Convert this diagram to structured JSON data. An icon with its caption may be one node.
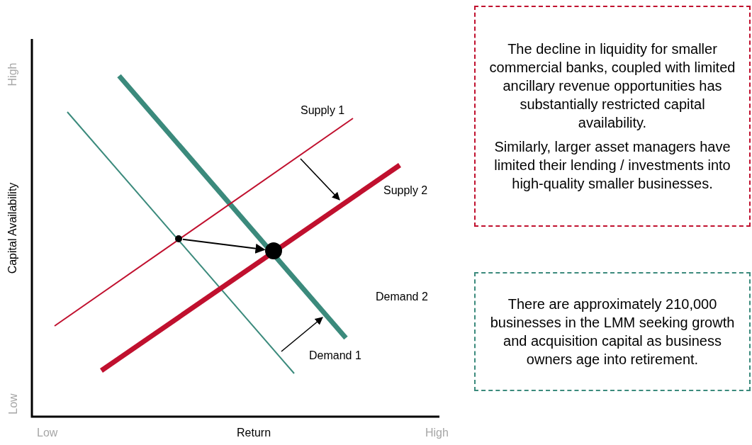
{
  "diagram": {
    "nodes": [
      {
        "text": [
          "The decline in liquidity for smaller commercial banks, coupled with limited ancillary revenue opportunities has substantially restricted capital availability.",
          "Similarly, larger asset managers have limited their lending / investments into high-quality smaller businesses."
        ]
      },
      {
        "text": [
          "There are approximately 210,000 businesses in the LMM seeking growth and acquisition capital as business owners age into retirement."
        ]
      },
      {
        "text": [],
        "shape": "circle"
      },
      {
        "text": [],
        "shape": "circle"
      }
    ],
    "edges": [
      {
        "from": 2,
        "to": 3,
        "arrow": "to"
      }
    ],
    "labels": [
      "High",
      "Supply 1",
      "Supply 2",
      "Capital Availability",
      "Demand 2",
      "Demand 1",
      "Low",
      "Low",
      "Return",
      "High"
    ]
  }
}
